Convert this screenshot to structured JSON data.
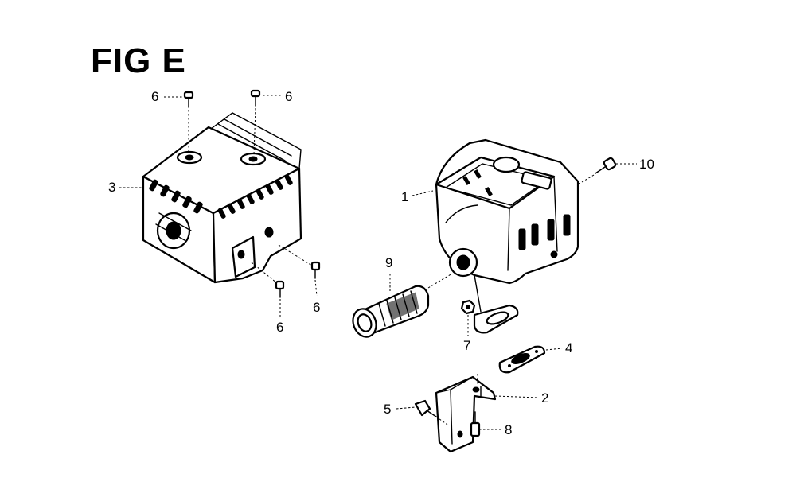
{
  "title": "FIG E",
  "callouts": [
    "6",
    "6",
    "3",
    "6",
    "6",
    "1",
    "10",
    "9",
    "7",
    "4",
    "2",
    "5",
    "8"
  ]
}
